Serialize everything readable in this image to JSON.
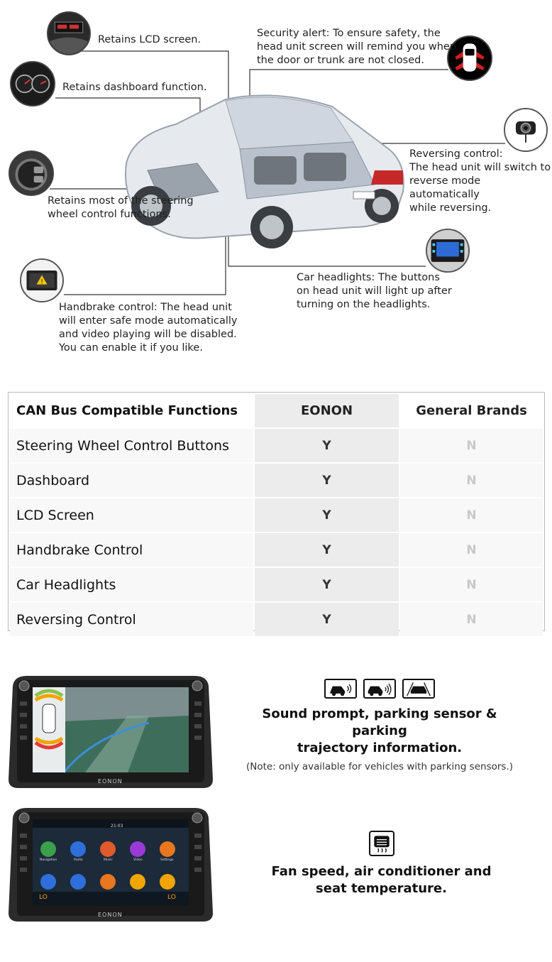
{
  "callouts": {
    "lcd": "Retains LCD screen.",
    "dashboard": "Retains dashboard function.",
    "steering": "Retains most of the steering\nwheel control functions.",
    "handbrake": "Handbrake control: The head unit\nwill enter safe mode automatically\nand video playing will be disabled.\nYou can enable it if you like.",
    "security": "Security alert: To ensure safety, the\nhead unit screen will remind you when\nthe door or trunk are not closed.",
    "reversing": "Reversing control:\nThe head unit will switch to\nreverse mode automatically\nwhile reversing.",
    "headlights": "Car headlights: The buttons\non head unit will light up after\nturning on the headlights."
  },
  "table": {
    "headers": [
      "CAN Bus Compatible Functions",
      "EONON",
      "General Brands"
    ],
    "rows": [
      [
        "Steering Wheel Control Buttons",
        "Y",
        "N"
      ],
      [
        "Dashboard",
        "Y",
        "N"
      ],
      [
        "LCD Screen",
        "Y",
        "N"
      ],
      [
        "Handbrake Control",
        "Y",
        "N"
      ],
      [
        "Car Headlights",
        "Y",
        "N"
      ],
      [
        "Reversing Control",
        "Y",
        "N"
      ]
    ]
  },
  "features": {
    "parking": {
      "headline": "Sound prompt, parking sensor & parking\ntrajectory information.",
      "note": "(Note: only available for vehicles with parking sensors.)",
      "icons": [
        "car-sound-icon",
        "car-sensor-icon",
        "car-trajectory-icon"
      ]
    },
    "climate": {
      "headline": "Fan speed, air conditioner and\nseat temperature.",
      "icon": "rear-defrost-icon"
    }
  },
  "units": {
    "brand": "EONON",
    "app_labels": [
      "Navigation",
      "Radio",
      "Music",
      "Video",
      "Settings"
    ],
    "lo_label": "LO",
    "clock": "21:03"
  },
  "colors": {
    "accent_red": "#d21e1e",
    "table_mid": "#ececec",
    "table_light": "#f8f8f8",
    "no_grey": "#c8c8c8"
  }
}
